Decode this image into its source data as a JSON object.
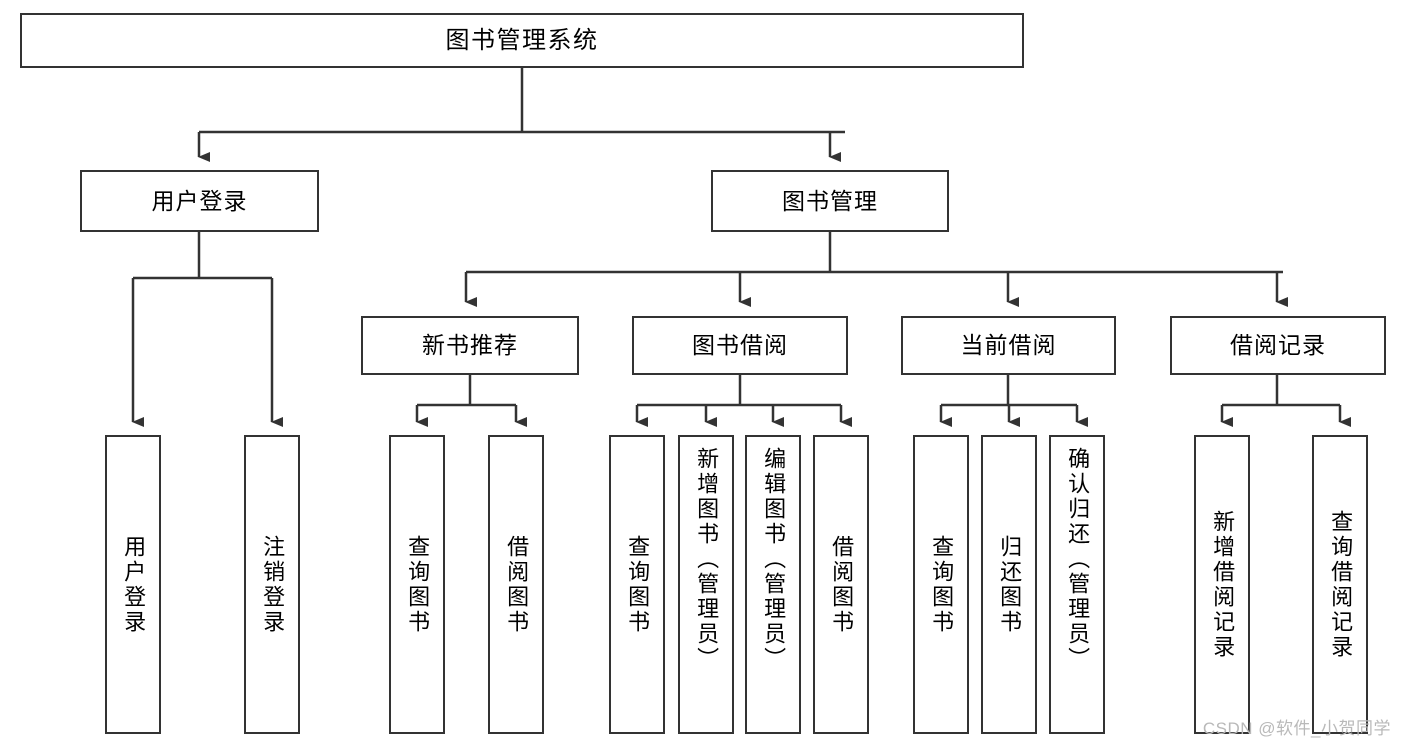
{
  "diagram": {
    "type": "tree",
    "title": "图书管理系统",
    "stroke_color": "#333333",
    "fill_color": "#ffffff",
    "text_color": "#000000"
  },
  "nodes": {
    "root": {
      "label": "图书管理系统"
    },
    "level2": [
      {
        "label": "用户登录"
      },
      {
        "label": "图书管理"
      }
    ],
    "level3": [
      {
        "label": "新书推荐"
      },
      {
        "label": "图书借阅"
      },
      {
        "label": "当前借阅"
      },
      {
        "label": "借阅记录"
      }
    ],
    "leaves_user_login": [
      {
        "label": "用户登录"
      },
      {
        "label": "注销登录"
      }
    ],
    "leaves_new_books": [
      {
        "label": "查询图书"
      },
      {
        "label": "借阅图书"
      }
    ],
    "leaves_borrow": [
      {
        "label": "查询图书"
      },
      {
        "label": "新增图书（管理员）"
      },
      {
        "label": "编辑图书（管理员）"
      },
      {
        "label": "借阅图书"
      }
    ],
    "leaves_current": [
      {
        "label": "查询图书"
      },
      {
        "label": "归还图书"
      },
      {
        "label": "确认归还（管理员）"
      }
    ],
    "leaves_records": [
      {
        "label": "新增借阅记录"
      },
      {
        "label": "查询借阅记录"
      }
    ]
  },
  "watermark": {
    "text": "CSDN @软件_小贺同学"
  }
}
